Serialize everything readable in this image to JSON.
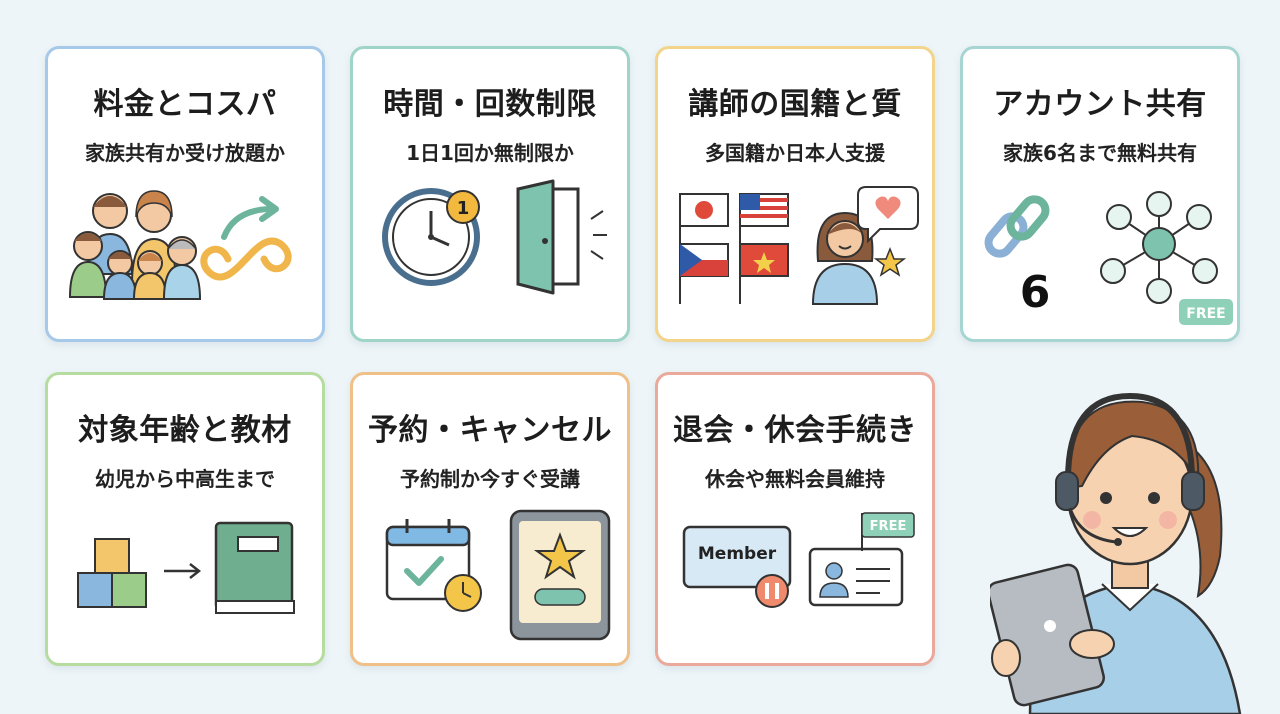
{
  "cards": [
    {
      "title": "料金とコスパ",
      "subtitle": "家族共有か受け放題か",
      "accent": "#a6c9ea",
      "icons": [
        "family-icon",
        "infinity-arrow-icon"
      ]
    },
    {
      "title": "時間・回数制限",
      "subtitle": "1日1回か無制限か",
      "accent": "#9fd4c8",
      "icons": [
        "clock-icon",
        "open-door-icon"
      ],
      "clock_badge": "1"
    },
    {
      "title": "講師の国籍と質",
      "subtitle": "多国籍か日本人支援",
      "accent": "#f2d48a",
      "icons": [
        "flags-icon",
        "teacher-icon",
        "heart-bubble-icon"
      ]
    },
    {
      "title": "アカウント共有",
      "subtitle": "家族6名まで無料共有",
      "accent": "#a7d6d2",
      "icons": [
        "chain-link-icon",
        "network-icon"
      ],
      "share_count": "6",
      "free_tag": "FREE"
    },
    {
      "title": "対象年齢と教材",
      "subtitle": "幼児から中高生まで",
      "accent": "#b7dca0",
      "icons": [
        "blocks-icon",
        "arrow-icon",
        "textbook-icon"
      ]
    },
    {
      "title": "予約・キャンセル",
      "subtitle": "予約制か今すぐ受講",
      "accent": "#f0c089",
      "icons": [
        "calendar-check-icon",
        "tablet-star-icon"
      ]
    },
    {
      "title": "退会・休会手続き",
      "subtitle": "休会や無料会員維持",
      "accent": "#eba99b",
      "icons": [
        "member-card-icon",
        "id-card-icon"
      ],
      "member_label": "Member",
      "free_tag": "FREE"
    }
  ],
  "operator": {
    "icons": [
      "operator-headset-icon",
      "tablet-icon"
    ]
  }
}
